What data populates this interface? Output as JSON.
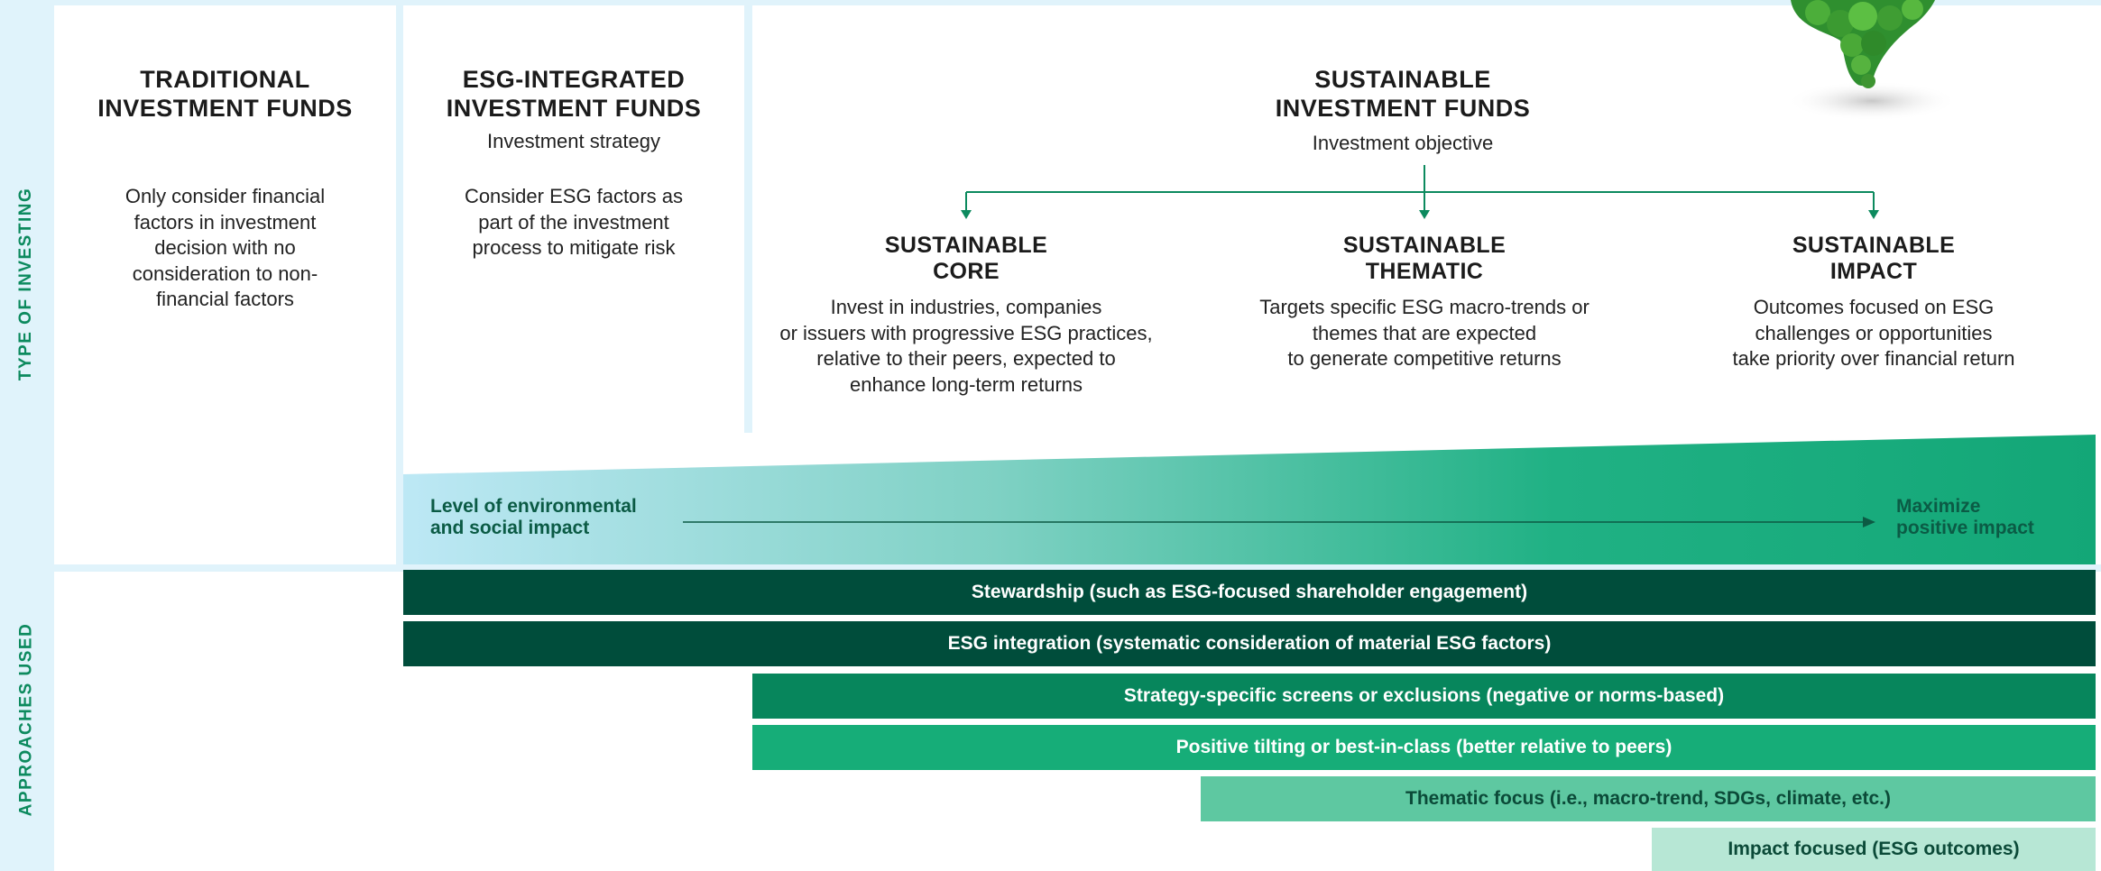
{
  "side_labels": {
    "top": "TYPE OF INVESTING",
    "bottom": "APPROACHES USED"
  },
  "traditional": {
    "title": "TRADITIONAL\nINVESTMENT FUNDS",
    "description": "Only consider financial\nfactors in investment\ndecision with no\nconsideration to non-\nfinancial factors"
  },
  "esg_integrated": {
    "title": "ESG-INTEGRATED\nINVESTMENT FUNDS",
    "subtitle": "Investment strategy",
    "description": "Consider ESG factors as\npart of the investment\nprocess to mitigate risk"
  },
  "sustainable": {
    "title": "SUSTAINABLE\nINVESTMENT FUNDS",
    "subtitle": "Investment objective",
    "branches": [
      {
        "title": "SUSTAINABLE\nCORE",
        "description": "Invest in industries, companies\nor issuers with progressive ESG practices,\nrelative to their peers, expected to\nenhance long-term returns"
      },
      {
        "title": "SUSTAINABLE\nTHEMATIC",
        "description": "Targets specific ESG macro-trends or\nthemes that are expected\nto generate competitive returns"
      },
      {
        "title": "SUSTAINABLE\nIMPACT",
        "description": "Outcomes focused on ESG\nchallenges or opportunities\ntake priority over financial return"
      }
    ]
  },
  "impact_scale": {
    "left_label": "Level of environmental\nand social impact",
    "right_label": "Maximize\npositive impact"
  },
  "approaches": [
    {
      "label": "Stewardship (such as ESG-focused shareholder engagement)",
      "color": "#004d3b",
      "text_color": "#ffffff"
    },
    {
      "label": "ESG integration (systematic consideration of material ESG factors)",
      "color": "#004d3b",
      "text_color": "#ffffff"
    },
    {
      "label": "Strategy-specific screens or exclusions (negative or norms-based)",
      "color": "#07865c",
      "text_color": "#ffffff"
    },
    {
      "label": "Positive tilting or best-in-class (better relative to peers)",
      "color": "#16ad78",
      "text_color": "#ffffff"
    },
    {
      "label": "Thematic focus (i.e., macro-trend, SDGs, climate, etc.)",
      "color": "#5ec8a1",
      "text_color": "#0b4a38"
    },
    {
      "label": "Impact focused (ESG outcomes)",
      "color": "#b7e7d5",
      "text_color": "#0b4a38"
    }
  ],
  "colors": {
    "accent": "#0c8a5e",
    "background": "#e0f3fb",
    "gradient_start": "#bde8f5",
    "gradient_end": "#13a777"
  },
  "decoration": "tree-leaves-image"
}
